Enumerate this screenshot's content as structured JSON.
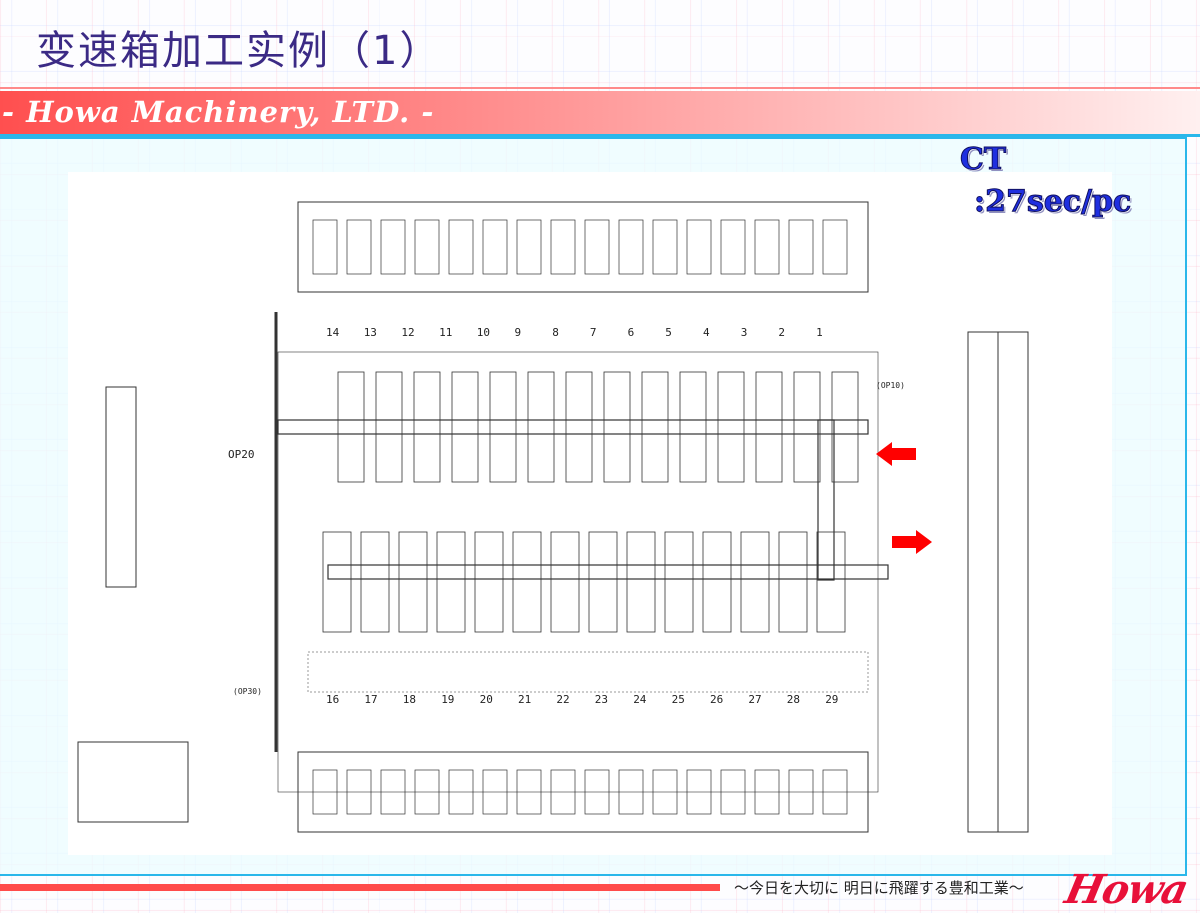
{
  "slide": {
    "title": "变速箱加工实例（1）",
    "company_banner": "- Howa Machinery, LTD. -",
    "cycle_time_label": "CT",
    "cycle_time_value": ":27sec/pc",
    "footer_slogan": "～今日を大切に  明日に飛躍する豊和工業～",
    "logo_text": "Howa"
  },
  "drawing": {
    "top_stations": [
      "14",
      "13",
      "12",
      "11",
      "10",
      "9",
      "8",
      "7",
      "6",
      "5",
      "4",
      "3",
      "2",
      "1"
    ],
    "bottom_stations": [
      "16",
      "17",
      "18",
      "19",
      "20",
      "21",
      "22",
      "23",
      "24",
      "25",
      "26",
      "27",
      "28",
      "29"
    ],
    "operation_labels": {
      "op10": "(OP10)",
      "op20": "OP20",
      "op30": "(OP30)"
    },
    "arrow_color": "#ff0000"
  }
}
